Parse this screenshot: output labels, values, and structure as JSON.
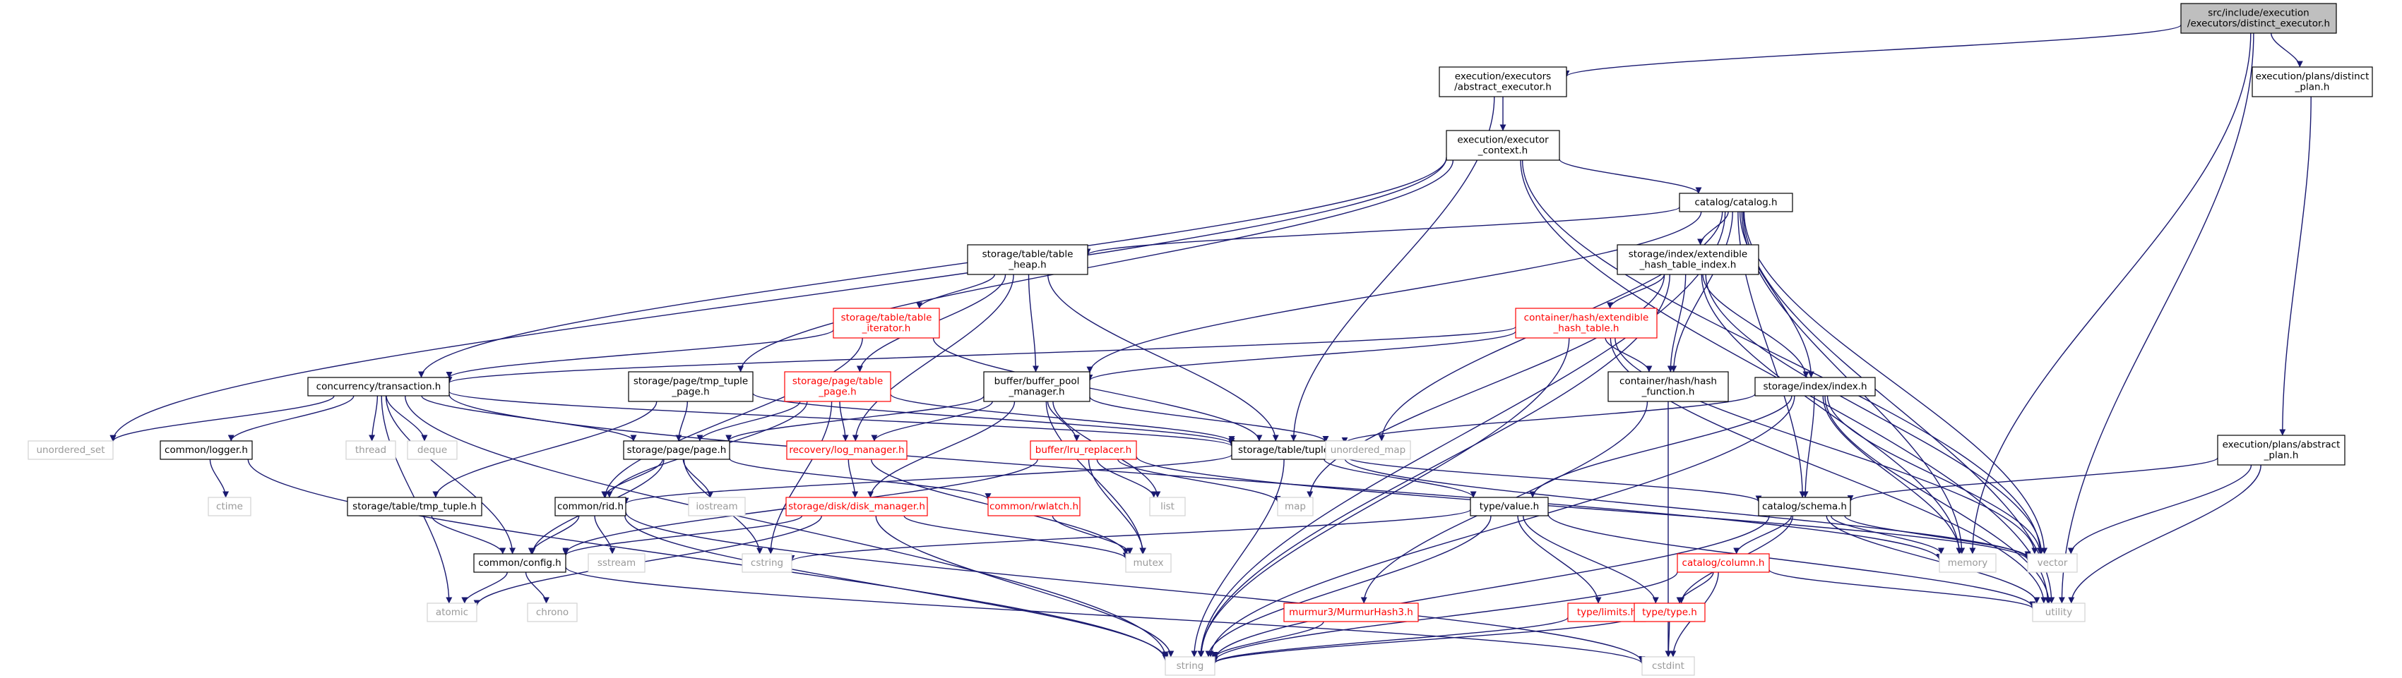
{
  "colors": {
    "edge": "#191970",
    "box_border": "#000000",
    "box_fill": "#ffffff",
    "root_fill": "#bfbfbf",
    "truncated_border": "#ff0000",
    "truncated_text": "#ff0000",
    "system_border": "#d3d3d3",
    "system_text": "#999999",
    "text": "#000000"
  },
  "nodes": [
    {
      "id": "distinct_executor_h",
      "lines": [
        "src/include/execution",
        "/executors/distinct_executor.h"
      ],
      "kind": "root"
    },
    {
      "id": "abstract_executor_h",
      "lines": [
        "execution/executors",
        "/abstract_executor.h"
      ],
      "kind": "normal"
    },
    {
      "id": "distinct_plan_h",
      "lines": [
        "execution/plans/distinct",
        "_plan.h"
      ],
      "kind": "normal"
    },
    {
      "id": "executor_context_h",
      "lines": [
        "execution/executor",
        "_context.h"
      ],
      "kind": "normal"
    },
    {
      "id": "catalog_h",
      "lines": [
        "catalog/catalog.h"
      ],
      "kind": "normal"
    },
    {
      "id": "table_heap_h",
      "lines": [
        "storage/table/table",
        "_heap.h"
      ],
      "kind": "normal"
    },
    {
      "id": "ext_hash_index_h",
      "lines": [
        "storage/index/extendible",
        "_hash_table_index.h"
      ],
      "kind": "normal"
    },
    {
      "id": "table_iterator_h",
      "lines": [
        "storage/table/table",
        "_iterator.h"
      ],
      "kind": "truncated"
    },
    {
      "id": "ext_hash_table_h",
      "lines": [
        "container/hash/extendible",
        "_hash_table.h"
      ],
      "kind": "truncated"
    },
    {
      "id": "transaction_h",
      "lines": [
        "concurrency/transaction.h"
      ],
      "kind": "normal"
    },
    {
      "id": "tmp_tuple_page_h",
      "lines": [
        "storage/page/tmp_tuple",
        "_page.h"
      ],
      "kind": "normal"
    },
    {
      "id": "table_page_h",
      "lines": [
        "storage/page/table",
        "_page.h"
      ],
      "kind": "truncated"
    },
    {
      "id": "buffer_pool_manager_h",
      "lines": [
        "buffer/buffer_pool",
        "_manager.h"
      ],
      "kind": "normal"
    },
    {
      "id": "hash_function_h",
      "lines": [
        "container/hash/hash",
        "_function.h"
      ],
      "kind": "normal"
    },
    {
      "id": "index_h",
      "lines": [
        "storage/index/index.h"
      ],
      "kind": "normal"
    },
    {
      "id": "abstract_plan_h",
      "lines": [
        "execution/plans/abstract",
        "_plan.h"
      ],
      "kind": "normal"
    },
    {
      "id": "unordered_set",
      "lines": [
        "unordered_set"
      ],
      "kind": "system"
    },
    {
      "id": "thread",
      "lines": [
        "thread"
      ],
      "kind": "system"
    },
    {
      "id": "deque",
      "lines": [
        "deque"
      ],
      "kind": "system"
    },
    {
      "id": "logger_h",
      "lines": [
        "common/logger.h"
      ],
      "kind": "normal"
    },
    {
      "id": "ctime",
      "lines": [
        "ctime"
      ],
      "kind": "system"
    },
    {
      "id": "page_h",
      "lines": [
        "storage/page/page.h"
      ],
      "kind": "normal"
    },
    {
      "id": "log_manager_h",
      "lines": [
        "recovery/log_manager.h"
      ],
      "kind": "truncated"
    },
    {
      "id": "lru_replacer_h",
      "lines": [
        "buffer/lru_replacer.h"
      ],
      "kind": "truncated"
    },
    {
      "id": "tuple_h",
      "lines": [
        "storage/table/tuple.h"
      ],
      "kind": "normal"
    },
    {
      "id": "unordered_map",
      "lines": [
        "unordered_map"
      ],
      "kind": "system"
    },
    {
      "id": "tmp_tuple_h",
      "lines": [
        "storage/table/tmp_tuple.h"
      ],
      "kind": "normal"
    },
    {
      "id": "rid_h",
      "lines": [
        "common/rid.h"
      ],
      "kind": "normal"
    },
    {
      "id": "iostream",
      "lines": [
        "iostream"
      ],
      "kind": "system"
    },
    {
      "id": "rwlatch_h",
      "lines": [
        "common/rwlatch.h"
      ],
      "kind": "truncated"
    },
    {
      "id": "disk_manager_h",
      "lines": [
        "storage/disk/disk_manager.h"
      ],
      "kind": "truncated"
    },
    {
      "id": "list",
      "lines": [
        "list"
      ],
      "kind": "system"
    },
    {
      "id": "map",
      "lines": [
        "map"
      ],
      "kind": "system"
    },
    {
      "id": "type_value_h",
      "lines": [
        "type/value.h"
      ],
      "kind": "normal"
    },
    {
      "id": "schema_h",
      "lines": [
        "catalog/schema.h"
      ],
      "kind": "normal"
    },
    {
      "id": "config_h",
      "lines": [
        "common/config.h"
      ],
      "kind": "normal"
    },
    {
      "id": "sstream",
      "lines": [
        "sstream"
      ],
      "kind": "system"
    },
    {
      "id": "cstring",
      "lines": [
        "cstring"
      ],
      "kind": "system"
    },
    {
      "id": "mutex",
      "lines": [
        "mutex"
      ],
      "kind": "system"
    },
    {
      "id": "memory",
      "lines": [
        "memory"
      ],
      "kind": "system"
    },
    {
      "id": "vector",
      "lines": [
        "vector"
      ],
      "kind": "system"
    },
    {
      "id": "column_h",
      "lines": [
        "catalog/column.h"
      ],
      "kind": "truncated"
    },
    {
      "id": "atomic",
      "lines": [
        "atomic"
      ],
      "kind": "system"
    },
    {
      "id": "chrono",
      "lines": [
        "chrono"
      ],
      "kind": "system"
    },
    {
      "id": "murmur_h",
      "lines": [
        "murmur3/MurmurHash3.h"
      ],
      "kind": "truncated"
    },
    {
      "id": "limits_h",
      "lines": [
        "type/limits.h"
      ],
      "kind": "truncated"
    },
    {
      "id": "type_h",
      "lines": [
        "type/type.h"
      ],
      "kind": "truncated"
    },
    {
      "id": "utility",
      "lines": [
        "utility"
      ],
      "kind": "system"
    },
    {
      "id": "string",
      "lines": [
        "string"
      ],
      "kind": "system"
    },
    {
      "id": "cstdint",
      "lines": [
        "cstdint"
      ],
      "kind": "system"
    }
  ],
  "edges": [
    [
      "distinct_executor_h",
      "abstract_executor_h"
    ],
    [
      "distinct_executor_h",
      "distinct_plan_h"
    ],
    [
      "distinct_executor_h",
      "memory"
    ],
    [
      "distinct_executor_h",
      "utility"
    ],
    [
      "abstract_executor_h",
      "executor_context_h"
    ],
    [
      "abstract_executor_h",
      "tuple_h"
    ],
    [
      "distinct_plan_h",
      "abstract_plan_h"
    ],
    [
      "executor_context_h",
      "catalog_h"
    ],
    [
      "executor_context_h",
      "transaction_h"
    ],
    [
      "executor_context_h",
      "tmp_tuple_page_h"
    ],
    [
      "executor_context_h",
      "unordered_set"
    ],
    [
      "executor_context_h",
      "vector"
    ],
    [
      "executor_context_h",
      "utility"
    ],
    [
      "catalog_h",
      "table_heap_h"
    ],
    [
      "catalog_h",
      "ext_hash_index_h"
    ],
    [
      "catalog_h",
      "buffer_pool_manager_h"
    ],
    [
      "catalog_h",
      "hash_function_h"
    ],
    [
      "catalog_h",
      "index_h"
    ],
    [
      "catalog_h",
      "schema_h"
    ],
    [
      "catalog_h",
      "unordered_map"
    ],
    [
      "catalog_h",
      "memory"
    ],
    [
      "catalog_h",
      "vector"
    ],
    [
      "catalog_h",
      "utility"
    ],
    [
      "catalog_h",
      "string"
    ],
    [
      "table_heap_h",
      "table_iterator_h"
    ],
    [
      "table_heap_h",
      "table_page_h"
    ],
    [
      "table_heap_h",
      "buffer_pool_manager_h"
    ],
    [
      "table_heap_h",
      "log_manager_h"
    ],
    [
      "table_heap_h",
      "tuple_h"
    ],
    [
      "ext_hash_index_h",
      "ext_hash_table_h"
    ],
    [
      "ext_hash_index_h",
      "hash_function_h"
    ],
    [
      "ext_hash_index_h",
      "index_h"
    ],
    [
      "ext_hash_index_h",
      "map"
    ],
    [
      "ext_hash_index_h",
      "memory"
    ],
    [
      "ext_hash_index_h",
      "vector"
    ],
    [
      "ext_hash_index_h",
      "string"
    ],
    [
      "table_iterator_h",
      "transaction_h"
    ],
    [
      "table_iterator_h",
      "rid_h"
    ],
    [
      "table_iterator_h",
      "tuple_h"
    ],
    [
      "ext_hash_table_h",
      "transaction_h"
    ],
    [
      "ext_hash_table_h",
      "buffer_pool_manager_h"
    ],
    [
      "ext_hash_table_h",
      "hash_function_h"
    ],
    [
      "ext_hash_table_h",
      "vector"
    ],
    [
      "ext_hash_table_h",
      "string"
    ],
    [
      "ext_hash_table_h",
      "utility"
    ],
    [
      "transaction_h",
      "unordered_set"
    ],
    [
      "transaction_h",
      "thread"
    ],
    [
      "transaction_h",
      "deque"
    ],
    [
      "transaction_h",
      "logger_h"
    ],
    [
      "transaction_h",
      "page_h"
    ],
    [
      "transaction_h",
      "tuple_h"
    ],
    [
      "transaction_h",
      "config_h"
    ],
    [
      "transaction_h",
      "atomic"
    ],
    [
      "transaction_h",
      "memory"
    ],
    [
      "transaction_h",
      "string"
    ],
    [
      "tmp_tuple_page_h",
      "page_h"
    ],
    [
      "tmp_tuple_page_h",
      "tmp_tuple_h"
    ],
    [
      "tmp_tuple_page_h",
      "tuple_h"
    ],
    [
      "table_page_h",
      "page_h"
    ],
    [
      "table_page_h",
      "log_manager_h"
    ],
    [
      "table_page_h",
      "tuple_h"
    ],
    [
      "table_page_h",
      "cstring"
    ],
    [
      "table_page_h",
      "rid_h"
    ],
    [
      "buffer_pool_manager_h",
      "page_h"
    ],
    [
      "buffer_pool_manager_h",
      "log_manager_h"
    ],
    [
      "buffer_pool_manager_h",
      "lru_replacer_h"
    ],
    [
      "buffer_pool_manager_h",
      "disk_manager_h"
    ],
    [
      "buffer_pool_manager_h",
      "list"
    ],
    [
      "buffer_pool_manager_h",
      "mutex"
    ],
    [
      "buffer_pool_manager_h",
      "unordered_map"
    ],
    [
      "hash_function_h",
      "murmur_h"
    ],
    [
      "hash_function_h",
      "cstdint"
    ],
    [
      "index_h",
      "tuple_h"
    ],
    [
      "index_h",
      "schema_h"
    ],
    [
      "index_h",
      "type_value_h"
    ],
    [
      "index_h",
      "memory"
    ],
    [
      "index_h",
      "vector"
    ],
    [
      "index_h",
      "string"
    ],
    [
      "index_h",
      "utility"
    ],
    [
      "abstract_plan_h",
      "schema_h"
    ],
    [
      "abstract_plan_h",
      "vector"
    ],
    [
      "abstract_plan_h",
      "utility"
    ],
    [
      "logger_h",
      "ctime"
    ],
    [
      "logger_h",
      "string"
    ],
    [
      "page_h",
      "rid_h"
    ],
    [
      "page_h",
      "config_h"
    ],
    [
      "page_h",
      "iostream"
    ],
    [
      "page_h",
      "rwlatch_h"
    ],
    [
      "page_h",
      "cstring"
    ],
    [
      "log_manager_h",
      "disk_manager_h"
    ],
    [
      "log_manager_h",
      "mutex"
    ],
    [
      "lru_replacer_h",
      "config_h"
    ],
    [
      "lru_replacer_h",
      "list"
    ],
    [
      "lru_replacer_h",
      "mutex"
    ],
    [
      "lru_replacer_h",
      "map"
    ],
    [
      "lru_replacer_h",
      "vector"
    ],
    [
      "tuple_h",
      "rid_h"
    ],
    [
      "tuple_h",
      "schema_h"
    ],
    [
      "tuple_h",
      "type_value_h"
    ],
    [
      "tuple_h",
      "string"
    ],
    [
      "tuple_h",
      "vector"
    ],
    [
      "tmp_tuple_h",
      "config_h"
    ],
    [
      "rid_h",
      "config_h"
    ],
    [
      "rid_h",
      "sstream"
    ],
    [
      "rid_h",
      "string"
    ],
    [
      "rid_h",
      "cstdint"
    ],
    [
      "rwlatch_h",
      "mutex"
    ],
    [
      "disk_manager_h",
      "config_h"
    ],
    [
      "disk_manager_h",
      "atomic"
    ],
    [
      "disk_manager_h",
      "mutex"
    ],
    [
      "disk_manager_h",
      "string"
    ],
    [
      "type_value_h",
      "cstring"
    ],
    [
      "type_value_h",
      "limits_h"
    ],
    [
      "type_value_h",
      "type_h"
    ],
    [
      "type_value_h",
      "string"
    ],
    [
      "type_value_h",
      "utility"
    ],
    [
      "schema_h",
      "column_h"
    ],
    [
      "schema_h",
      "type_h"
    ],
    [
      "schema_h",
      "memory"
    ],
    [
      "schema_h",
      "vector"
    ],
    [
      "schema_h",
      "string"
    ],
    [
      "schema_h",
      "utility"
    ],
    [
      "config_h",
      "atomic"
    ],
    [
      "config_h",
      "chrono"
    ],
    [
      "config_h",
      "cstdint"
    ],
    [
      "column_h",
      "type_h"
    ],
    [
      "column_h",
      "cstdint"
    ],
    [
      "column_h",
      "string"
    ],
    [
      "column_h",
      "utility"
    ],
    [
      "murmur_h",
      "string"
    ],
    [
      "limits_h",
      "string"
    ],
    [
      "type_h",
      "string"
    ],
    [
      "type_h",
      "cstdint"
    ]
  ]
}
